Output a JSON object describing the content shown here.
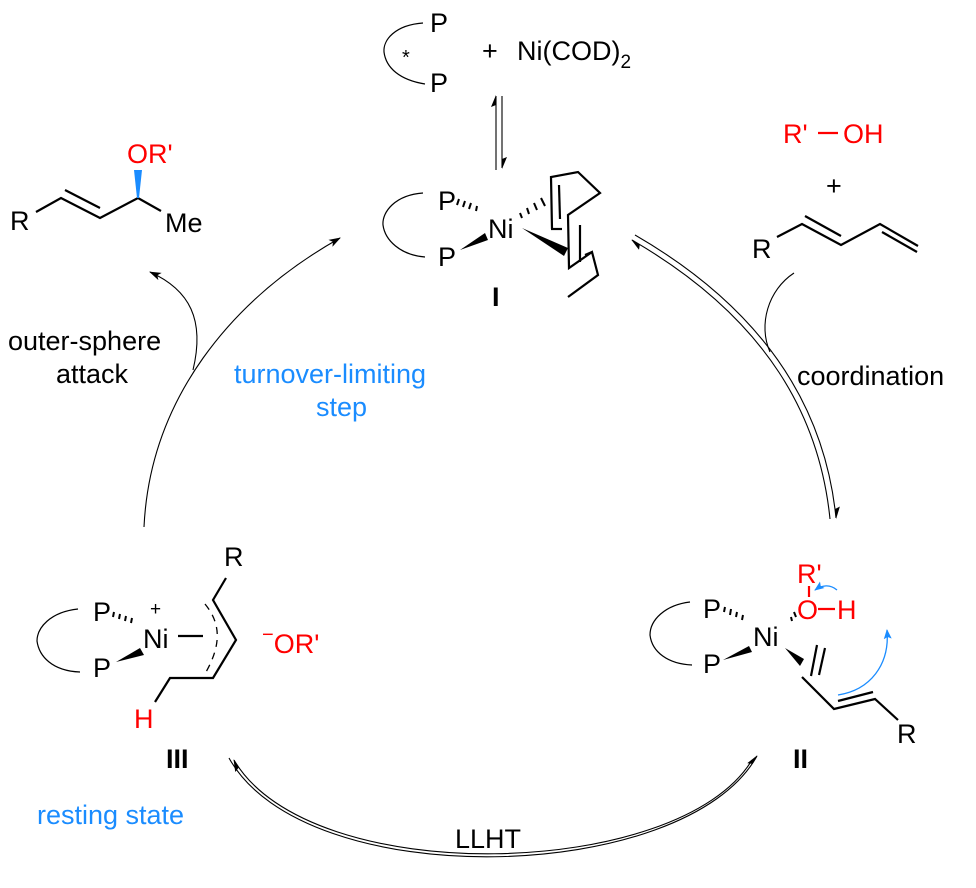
{
  "title": "Ni-catalyzed enantioselective hydroalkoxylation of 1,3-dienes: catalytic cycle",
  "colors": {
    "text": "#000000",
    "highlight_red": "#ff0000",
    "annotation_blue": "#1a8cff"
  },
  "precatalyst": {
    "ligand_atoms": [
      "P",
      "P"
    ],
    "chiral_marker": "*",
    "plus": "+",
    "ni_source": "Ni(COD)",
    "ni_source_subscript": "2"
  },
  "complex_I": {
    "label": "I",
    "atoms": [
      "P",
      "P",
      "Ni"
    ]
  },
  "product": {
    "substituent": "R",
    "ether": "OR'",
    "methyl": "Me"
  },
  "reagents": {
    "alcohol_left": "R'",
    "alcohol_right": "OH",
    "plus": "+",
    "diene_substituent": "R"
  },
  "complex_II": {
    "label": "II",
    "atoms": [
      "P",
      "P",
      "Ni"
    ],
    "alcohol_R": "R'",
    "alcohol_O": "O",
    "alcohol_H": "H",
    "diene_substituent": "R"
  },
  "complex_III": {
    "label": "III",
    "atoms": [
      "P",
      "P",
      "Ni"
    ],
    "charge_plus": "+",
    "counterion": "OR'",
    "counterion_charge": "−",
    "hydrogen": "H",
    "allyl_substituent": "R"
  },
  "steps": {
    "outer_sphere_line1": "outer-sphere",
    "outer_sphere_line2": "attack",
    "turnover_line1": "turnover-limiting",
    "turnover_line2": "step",
    "coordination": "coordination",
    "llht": "LLHT",
    "resting_state": "resting state"
  }
}
